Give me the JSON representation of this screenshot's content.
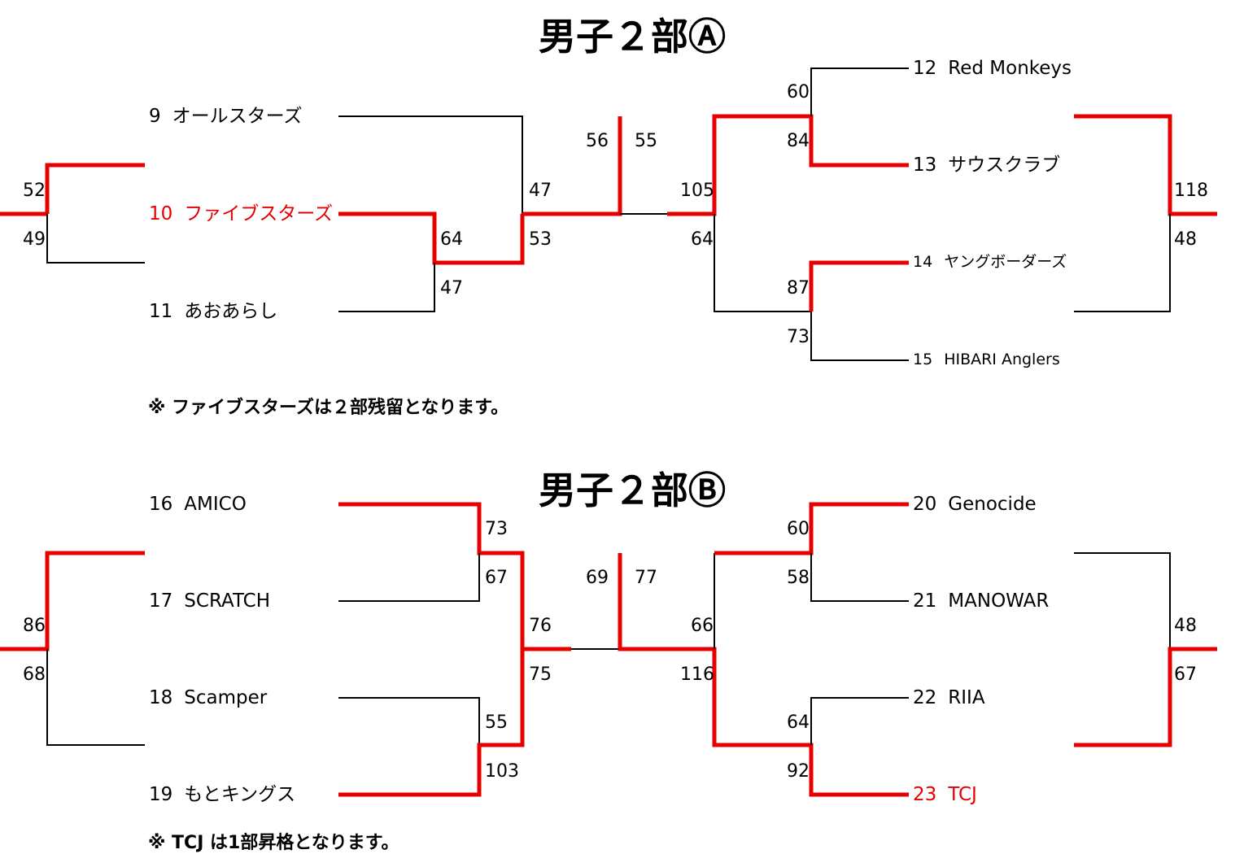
{
  "colors": {
    "winner_line": "#e60000",
    "line": "#000000",
    "winner_text": "#e60000"
  },
  "bracket_a": {
    "title": "男子２部Ⓐ",
    "teams": [
      {
        "seed": "9",
        "name": "オールスターズ"
      },
      {
        "seed": "10",
        "name": "ファイブスターズ"
      },
      {
        "seed": "11",
        "name": "あおあらし"
      },
      {
        "seed": "12",
        "name": "Red Monkeys"
      },
      {
        "seed": "13",
        "name": "サウスクラブ"
      },
      {
        "seed": "14",
        "name": "ヤングボーダーズ"
      },
      {
        "seed": "15",
        "name": "HIBARI Anglers"
      }
    ],
    "scores": [
      "52",
      "49",
      "47",
      "64",
      "47",
      "53",
      "64",
      "56",
      "55",
      "105",
      "60",
      "84",
      "87",
      "73",
      "118",
      "48"
    ],
    "note": "※ ファイブスターズは２部残留となります。"
  },
  "bracket_b": {
    "title": "男子２部Ⓑ",
    "teams": [
      {
        "seed": "16",
        "name": "AMICO"
      },
      {
        "seed": "17",
        "name": "SCRATCH"
      },
      {
        "seed": "18",
        "name": "Scamper"
      },
      {
        "seed": "19",
        "name": "もとキングス"
      },
      {
        "seed": "20",
        "name": "Genocide"
      },
      {
        "seed": "21",
        "name": "MANOWAR"
      },
      {
        "seed": "22",
        "name": "RIIA"
      },
      {
        "seed": "23",
        "name": "TCJ"
      }
    ],
    "scores": [
      "86",
      "68",
      "73",
      "67",
      "55",
      "103",
      "76",
      "75",
      "69",
      "77",
      "66",
      "116",
      "60",
      "58",
      "64",
      "92",
      "48",
      "67"
    ],
    "note": "※ TCJ は1部昇格となります。"
  }
}
